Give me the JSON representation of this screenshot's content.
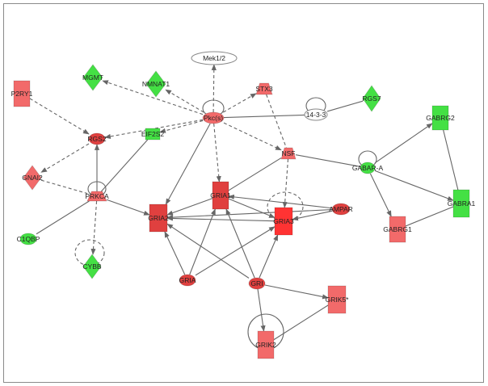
{
  "colors": {
    "red": "#f26a6a",
    "red_dark": "#e0403f",
    "red_strong": "#ff3333",
    "green": "#44e044",
    "white": "#ffffff",
    "edge": "#666666"
  },
  "nodes": [
    {
      "id": "Mek12",
      "label": "Mek1/2",
      "shape": "ellipse",
      "color": "white"
    },
    {
      "id": "MGMT",
      "label": "MGMT",
      "shape": "diamond",
      "color": "green"
    },
    {
      "id": "NMNAT1",
      "label": "NMNAT1",
      "shape": "diamond",
      "color": "green"
    },
    {
      "id": "P2RY1",
      "label": "P2RY1",
      "shape": "rect",
      "color": "red"
    },
    {
      "id": "STX3",
      "label": "STX3",
      "shape": "trapezoid",
      "color": "red"
    },
    {
      "id": "RGS7",
      "label": "RGS7",
      "shape": "diamond",
      "color": "green"
    },
    {
      "id": "Pkc",
      "label": "Pkc(s)",
      "shape": "ellipse",
      "color": "red"
    },
    {
      "id": "1433",
      "label": "14-3-3",
      "shape": "ellipse",
      "color": "white"
    },
    {
      "id": "RGS2",
      "label": "RGS2",
      "shape": "ellipse",
      "color": "red_dark"
    },
    {
      "id": "EIF2S2",
      "label": "EIF2S2",
      "shape": "rect",
      "color": "green"
    },
    {
      "id": "GABRG2",
      "label": "GABRG2",
      "shape": "rect",
      "color": "green"
    },
    {
      "id": "NSF",
      "label": "NSF",
      "shape": "trapezoid",
      "color": "red"
    },
    {
      "id": "GNAI2",
      "label": "GNAI2",
      "shape": "diamond",
      "color": "red"
    },
    {
      "id": "GABARA",
      "label": "GABAR-A",
      "shape": "ellipse",
      "color": "green"
    },
    {
      "id": "GRIA1",
      "label": "GRIA1",
      "shape": "rect",
      "color": "red_dark"
    },
    {
      "id": "PRKCA",
      "label": "PRKCA",
      "shape": "trapezoid",
      "color": "red"
    },
    {
      "id": "GABRA1",
      "label": "GABRA1",
      "shape": "rect",
      "color": "green"
    },
    {
      "id": "AMPAR",
      "label": "AMPAR",
      "shape": "ellipse",
      "color": "red_dark"
    },
    {
      "id": "GRIA2",
      "label": "GRIA2",
      "shape": "rect",
      "color": "red_dark"
    },
    {
      "id": "GRIA3",
      "label": "GRIA3",
      "shape": "rect",
      "color": "red_strong"
    },
    {
      "id": "GABRG1",
      "label": "GABRG1",
      "shape": "rect",
      "color": "red"
    },
    {
      "id": "C1QBP",
      "label": "C1QBP",
      "shape": "ellipse",
      "color": "green"
    },
    {
      "id": "CYBB",
      "label": "CYBB",
      "shape": "diamond",
      "color": "green"
    },
    {
      "id": "GRIA",
      "label": "GRIA",
      "shape": "ellipse",
      "color": "red_dark"
    },
    {
      "id": "GRI",
      "label": "GRI",
      "shape": "ellipse",
      "color": "red_dark"
    },
    {
      "id": "GRIK5",
      "label": "GRIK5*",
      "shape": "rect",
      "color": "red"
    },
    {
      "id": "GRIK2",
      "label": "GRIK2",
      "shape": "rect",
      "color": "red"
    }
  ],
  "edges": [
    {
      "from": "Pkc",
      "to": "Mek12",
      "style": "dashed",
      "arrow": true
    },
    {
      "from": "Pkc",
      "to": "MGMT",
      "style": "dashed",
      "arrow": true
    },
    {
      "from": "Pkc",
      "to": "NMNAT1",
      "style": "dashed",
      "arrow": true
    },
    {
      "from": "Pkc",
      "to": "STX3",
      "style": "dashed",
      "arrow": true
    },
    {
      "from": "Pkc",
      "to": "RGS2",
      "style": "dashed",
      "arrow": true
    },
    {
      "from": "Pkc",
      "to": "EIF2S2",
      "style": "dashed",
      "arrow": true
    },
    {
      "from": "Pkc",
      "to": "GRIA1",
      "style": "dashed",
      "arrow": true
    },
    {
      "from": "Pkc",
      "to": "NSF",
      "style": "dashed",
      "arrow": true
    },
    {
      "from": "Pkc",
      "to": "1433",
      "style": "solid",
      "arrow": false
    },
    {
      "from": "Pkc",
      "to": "GRIA2",
      "style": "solid",
      "arrow": true
    },
    {
      "from": "1433",
      "to": "RGS7",
      "style": "solid",
      "arrow": false
    },
    {
      "from": "P2RY1",
      "to": "RGS2",
      "style": "dashed",
      "arrow": true
    },
    {
      "from": "RGS2",
      "to": "GNAI2",
      "style": "dashed",
      "arrow": true
    },
    {
      "from": "GNAI2",
      "to": "PRKCA",
      "style": "dashed",
      "arrow": false
    },
    {
      "from": "PRKCA",
      "to": "RGS2",
      "style": "solid",
      "arrow": true
    },
    {
      "from": "PRKCA",
      "to": "GRIA2",
      "style": "solid",
      "arrow": true
    },
    {
      "from": "PRKCA",
      "to": "C1QBP",
      "style": "solid",
      "arrow": false
    },
    {
      "from": "PRKCA",
      "to": "CYBB",
      "style": "dashed",
      "arrow": true
    },
    {
      "from": "EIF2S2",
      "to": "PRKCA",
      "style": "solid",
      "arrow": false
    },
    {
      "from": "STX3",
      "to": "NSF",
      "style": "dashed",
      "arrow": false
    },
    {
      "from": "NSF",
      "to": "GRIA1",
      "style": "solid",
      "arrow": false
    },
    {
      "from": "NSF",
      "to": "GRIA3",
      "style": "dashed",
      "arrow": true
    },
    {
      "from": "NSF",
      "to": "GABARA",
      "style": "solid",
      "arrow": false
    },
    {
      "from": "GABARA",
      "to": "GABRG2",
      "style": "solid",
      "arrow": true
    },
    {
      "from": "GABARA",
      "to": "GABRA1",
      "style": "solid",
      "arrow": true
    },
    {
      "from": "GABARA",
      "to": "GABRG1",
      "style": "solid",
      "arrow": true
    },
    {
      "from": "GABRG2",
      "to": "GABRA1",
      "style": "solid",
      "arrow": false
    },
    {
      "from": "GABRA1",
      "to": "GABRG1",
      "style": "solid",
      "arrow": false
    },
    {
      "from": "GRIA1",
      "to": "GRIA2",
      "style": "solid",
      "arrow": true
    },
    {
      "from": "GRIA1",
      "to": "GRIA3",
      "style": "solid",
      "arrow": true
    },
    {
      "from": "AMPAR",
      "to": "GRIA1",
      "style": "solid",
      "arrow": true
    },
    {
      "from": "AMPAR",
      "to": "GRIA2",
      "style": "solid",
      "arrow": true
    },
    {
      "from": "AMPAR",
      "to": "GRIA3",
      "style": "solid",
      "arrow": true
    },
    {
      "from": "GRIA3",
      "to": "GRIA2",
      "style": "solid",
      "arrow": true
    },
    {
      "from": "GRIA",
      "to": "GRIA1",
      "style": "solid",
      "arrow": true
    },
    {
      "from": "GRIA",
      "to": "GRIA2",
      "style": "solid",
      "arrow": true
    },
    {
      "from": "GRIA",
      "to": "GRIA3",
      "style": "solid",
      "arrow": true
    },
    {
      "from": "GRI",
      "to": "GRIA1",
      "style": "solid",
      "arrow": true
    },
    {
      "from": "GRI",
      "to": "GRIA2",
      "style": "solid",
      "arrow": true
    },
    {
      "from": "GRI",
      "to": "GRIA3",
      "style": "solid",
      "arrow": true
    },
    {
      "from": "GRI",
      "to": "GRIK5",
      "style": "solid",
      "arrow": true
    },
    {
      "from": "GRI",
      "to": "GRIK2",
      "style": "solid",
      "arrow": true
    },
    {
      "from": "GRIK5",
      "to": "GRIK2",
      "style": "solid",
      "arrow": false
    }
  ],
  "self_loops": [
    {
      "node": "Pkc",
      "style": "solid"
    },
    {
      "node": "1433",
      "style": "solid"
    },
    {
      "node": "GABARA",
      "style": "solid"
    },
    {
      "node": "PRKCA",
      "style": "solid"
    },
    {
      "node": "GRIA3",
      "style": "dashed"
    },
    {
      "node": "CYBB",
      "style": "dashed"
    },
    {
      "node": "GRIK2",
      "style": "solid"
    }
  ]
}
